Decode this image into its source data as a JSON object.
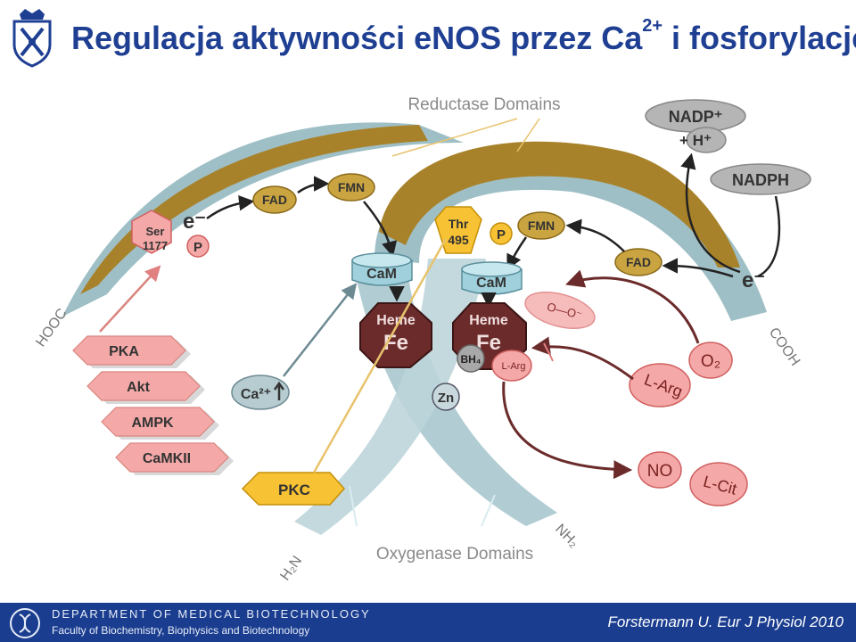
{
  "header": {
    "title_main": "Regulacja aktywności eNOS przez Ca",
    "title_sup": "2+",
    "title_end": " i fosforylację"
  },
  "diagram": {
    "reductase_label": "Reductase Domains",
    "oxygenase_label": "Oxygenase Domains",
    "hooc": "HOOC",
    "cooh": "COOH",
    "h2n": "H₂N",
    "nh2": "NH₂",
    "ser_line1": "Ser",
    "ser_line2": "1177",
    "thr_line1": "Thr",
    "thr_line2": "495",
    "p": "P",
    "e_minus": "e⁻",
    "fad": "FAD",
    "fmn": "FMN",
    "cam": "CaM",
    "heme_line1": "Heme",
    "heme_line2": "Fe",
    "bh4": "BH₄",
    "l_arg": "L-Arg",
    "zn": "Zn",
    "o2": "O₂",
    "superoxide": "O—O⁻",
    "no": "NO",
    "l_cit": "L-Cit",
    "nadp": "NADP⁺",
    "h_plus": "+ H⁺",
    "nadph": "NADPH",
    "ca": "Ca²⁺",
    "kinases": [
      "PKA",
      "Akt",
      "AMPK",
      "CaMKII"
    ],
    "pkc": "PKC"
  },
  "footer": {
    "dept": "DEPARTMENT OF MEDICAL BIOTECHNOLOGY",
    "faculty": "Faculty of Biochemistry, Biophysics and Biotechnology",
    "citation": "Forstermann U. Eur J Physiol 2010"
  },
  "colors": {
    "brand": "#1f3f93",
    "footer": "#1a3d8f",
    "reductase": "#a8822a",
    "oxygenase": "#9fbfc6",
    "heme": "#6b2b2b",
    "pink": "#f4a9a8",
    "yellow": "#f7c233"
  }
}
